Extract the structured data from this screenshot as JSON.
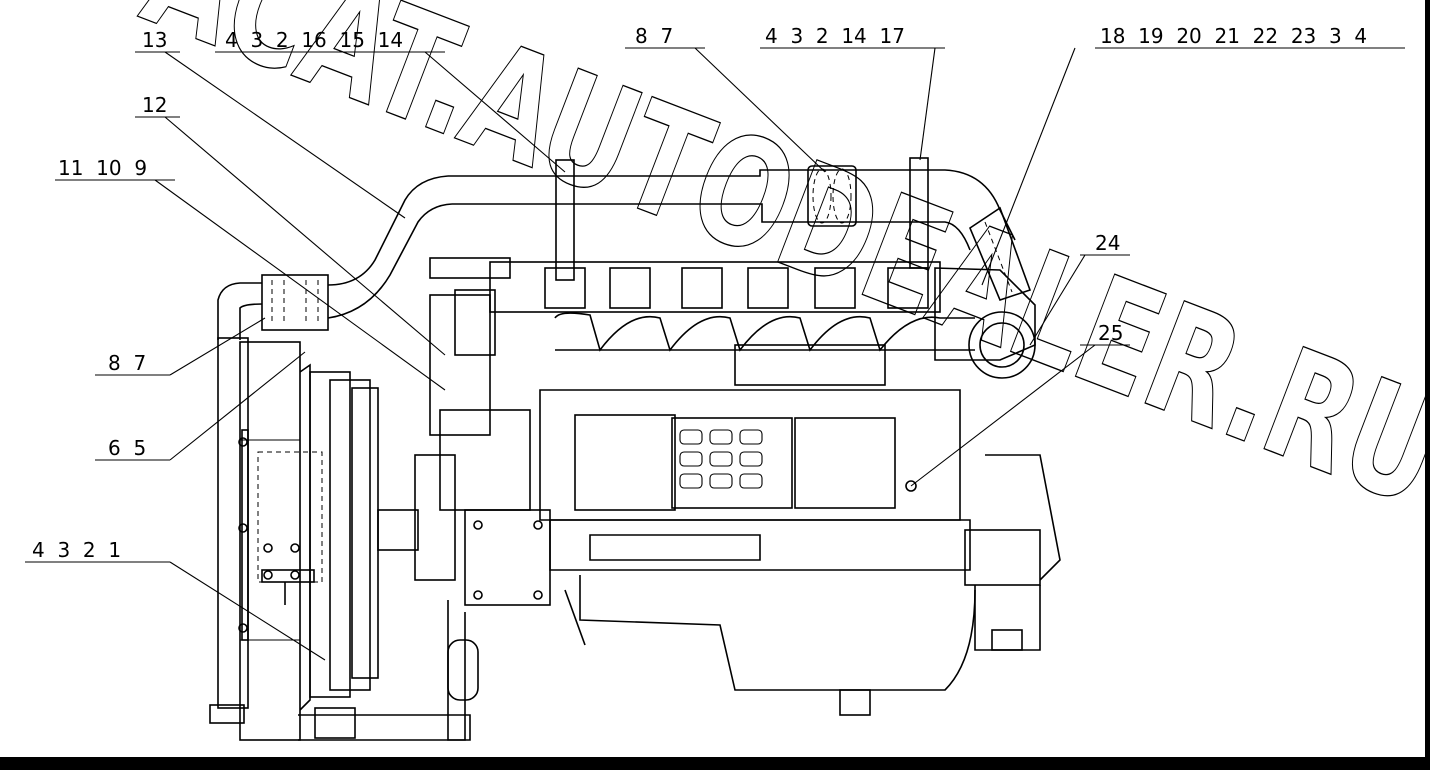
{
  "watermark": {
    "text": "ACAT.AUTODEALER.RU"
  },
  "callouts": [
    {
      "id": "c1",
      "label": "13"
    },
    {
      "id": "c2",
      "label": "4  3  2  16  15  14"
    },
    {
      "id": "c3",
      "label": "8  7"
    },
    {
      "id": "c4",
      "label": "4  3  2  14  17"
    },
    {
      "id": "c5",
      "label": "18  19  20  21  22  23  3  4"
    },
    {
      "id": "c6",
      "label": "12"
    },
    {
      "id": "c7",
      "label": "11  10  9"
    },
    {
      "id": "c8",
      "label": "24"
    },
    {
      "id": "c9",
      "label": "8  7"
    },
    {
      "id": "c10",
      "label": "25"
    },
    {
      "id": "c11",
      "label": "6  5"
    },
    {
      "id": "c12",
      "label": "4  3  2  1"
    }
  ]
}
